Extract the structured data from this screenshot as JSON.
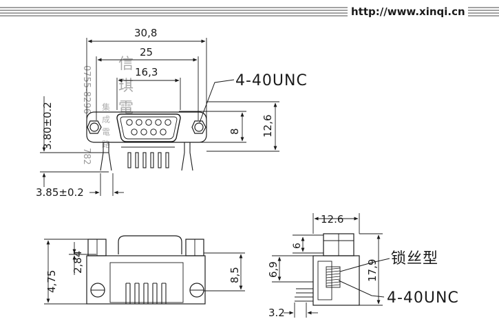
{
  "header": {
    "url": "http://www.xinqi.cn"
  },
  "watermark": {
    "phone": "0755-8296",
    "code": "782",
    "chars": [
      "信",
      "琪",
      "電"
    ],
    "small_chars": [
      "集",
      "成",
      "電",
      "路"
    ]
  },
  "top_view": {
    "dim_overall_width": "30,8",
    "dim_mount_spacing": "25",
    "dim_shell_width": "16,3",
    "dim_height_left": "3.80±0.2",
    "dim_shell_height": "8",
    "dim_flange_height": "12,6",
    "dim_pin_offset": "3.85±0.2",
    "thread_callout": "4-40UNC"
  },
  "front_view": {
    "dim_overall": "4,75",
    "dim_upper": "2,84",
    "dim_right": "8,5"
  },
  "side_view": {
    "dim_width": "12.6",
    "dim_top": "6",
    "dim_mid": "6,9",
    "dim_height": "17,9",
    "dim_bottom": "3.2",
    "lock_label": "锁丝型",
    "thread_callout": "4-40UNC"
  }
}
